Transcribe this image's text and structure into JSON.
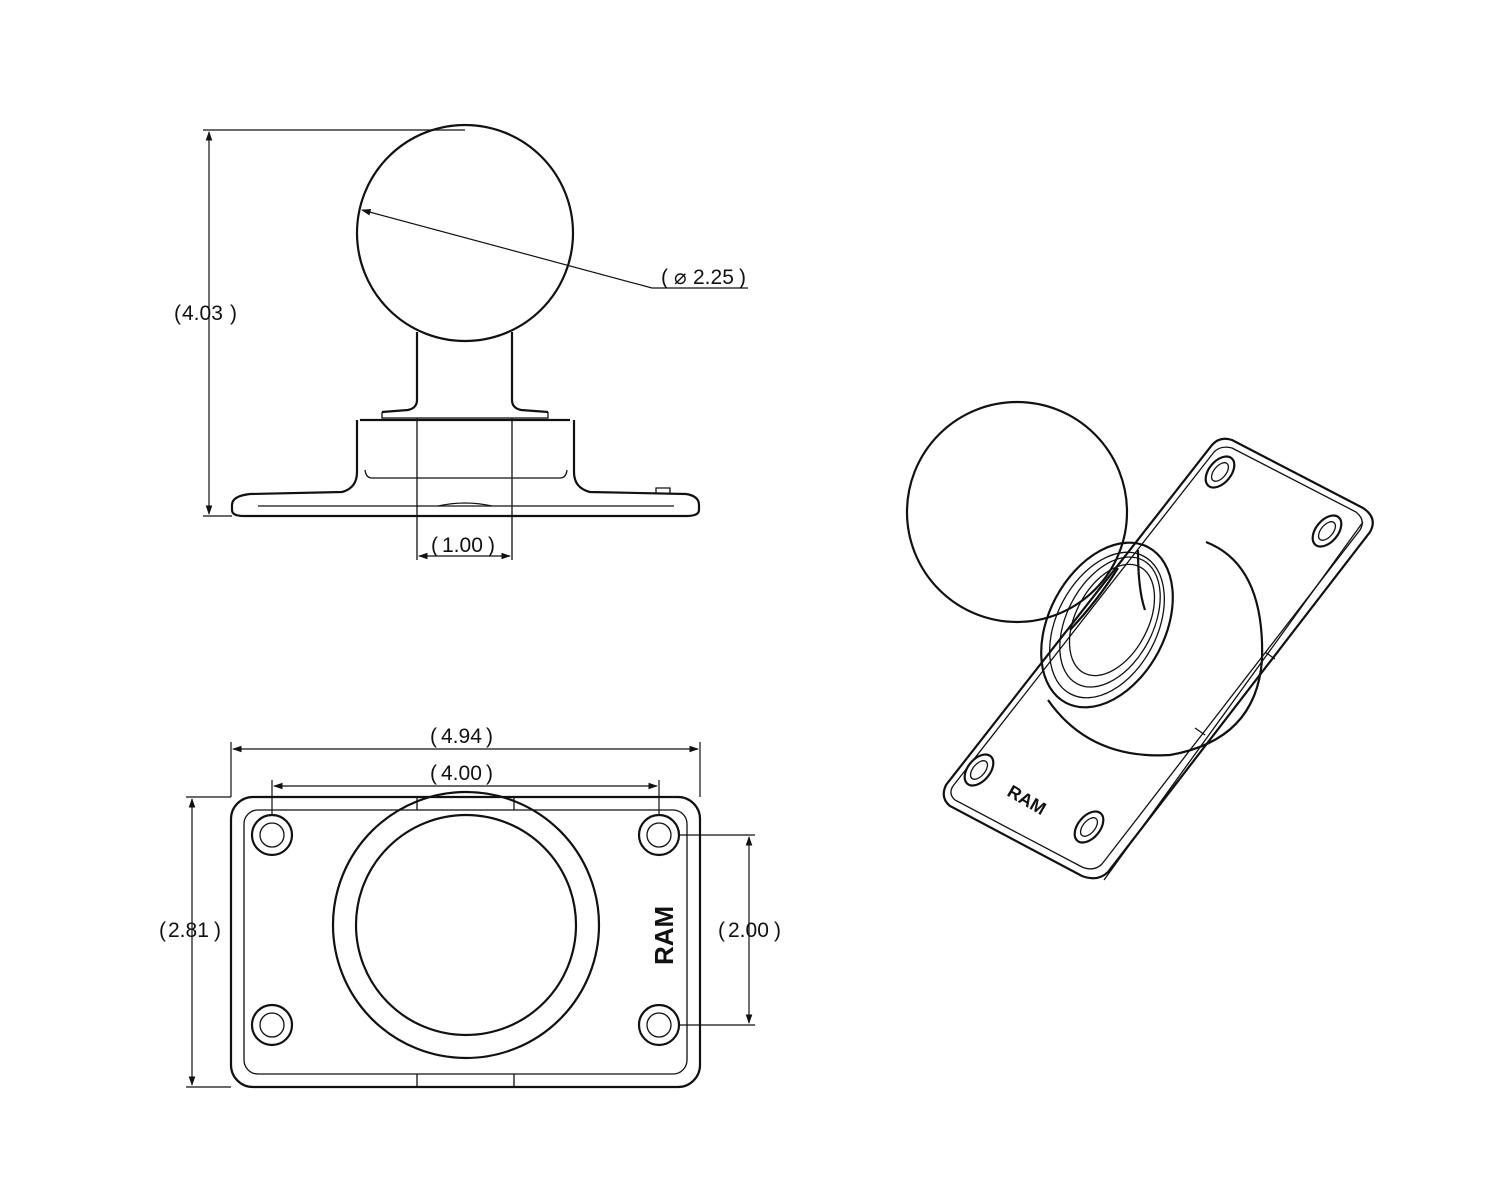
{
  "drawing": {
    "dimensions": {
      "height_overall": "4.03",
      "ball_diameter": "2.25",
      "neck_width": "1.00",
      "plate_width": "4.94",
      "hole_spacing_x": "4.00",
      "plate_height": "2.81",
      "hole_spacing_y": "2.00"
    },
    "brand_mark": "RAM"
  }
}
